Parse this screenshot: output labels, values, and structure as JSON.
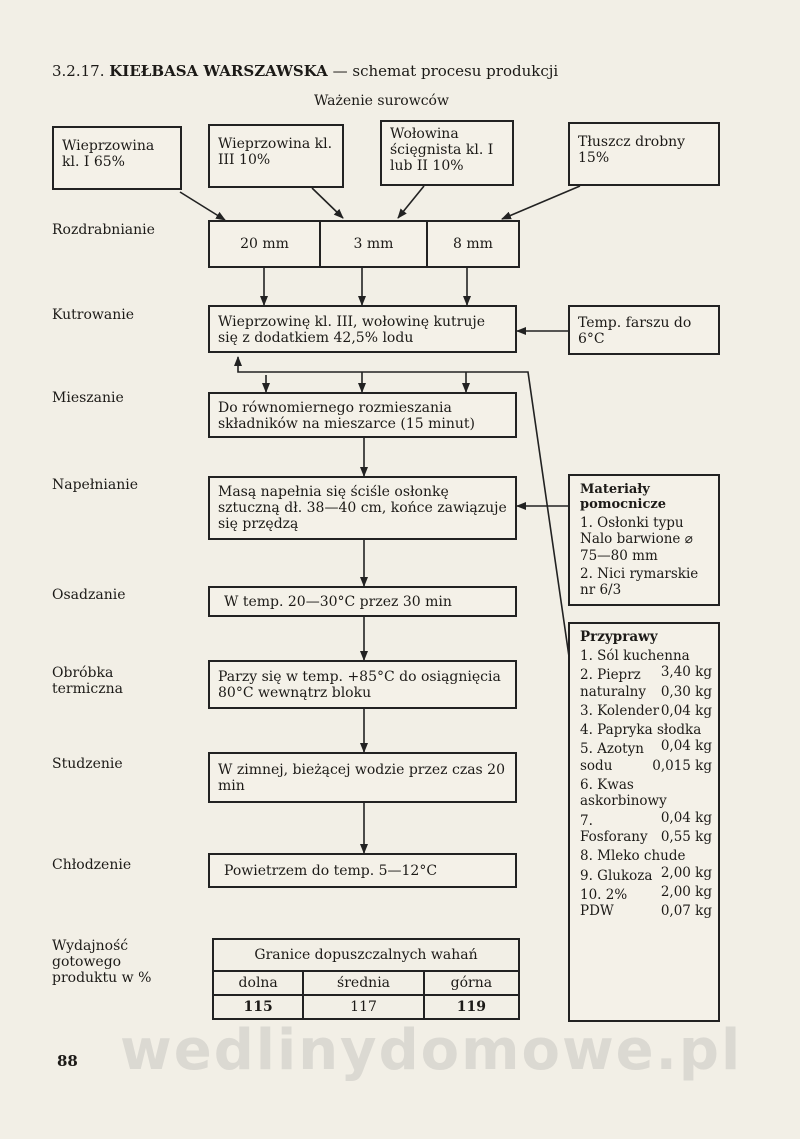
{
  "title": {
    "number": "3.2.17.",
    "name": "KIEŁBASA WARSZAWSKA",
    "rest": "— schemat procesu produkcji"
  },
  "subtitle": "Ważenie surowców",
  "raw_materials": [
    "Wieprzowina kl. I 65%",
    "Wieprzowina kl. III 10%",
    "Wołowina ścięgnista kl. I lub II 10%",
    "Tłuszcz drobny 15%"
  ],
  "stages": [
    "Rozdrabnianie",
    "Kutrowanie",
    "Mieszanie",
    "Napełnianie",
    "Osadzanie",
    "Obróbka termiczna",
    "Studzenie",
    "Chłodzenie",
    "Wydajność gotowego produktu w %"
  ],
  "grinding": [
    "20 mm",
    "3 mm",
    "8 mm"
  ],
  "steps": {
    "cutting": "Wieprzowinę kl. III, wołowinę kutruje się z dodatkiem 42,5% lodu",
    "cutting_temp": "Temp. farszu do 6°C",
    "mixing": "Do równomiernego rozmieszania składników na mieszarce (15 minut)",
    "filling": "Masą napełnia się ściśle osłonkę sztuczną dł. 38—40 cm, końce zawiązuje się przędzą",
    "settling": "W temp. 20—30°C przez 30 min",
    "thermal": "Parzy się w temp. +85°C do osiągnięcia 80°C wewnątrz bloku",
    "cooling": "W zimnej, bieżącej wodzie przez czas 20 min",
    "chilling": "Powietrzem do temp. 5—12°C"
  },
  "aux_materials": {
    "title": "Materiały pomocnicze",
    "items": [
      "1. Osłonki typu Nalo barwione ⌀ 75—80 mm",
      "2. Nici rymarskie nr 6/3"
    ]
  },
  "spices": {
    "title": "Przyprawy",
    "items": [
      {
        "name": "1. Sól kuchenna",
        "qty": "3,40 kg"
      },
      {
        "name": "2. Pieprz naturalny",
        "qty": "0,30 kg"
      },
      {
        "name": "3. Kolender",
        "qty": "0,04 kg"
      },
      {
        "name": "4. Papryka słodka",
        "qty": "0,04 kg"
      },
      {
        "name": "5. Azotyn sodu",
        "qty": "0,015 kg"
      },
      {
        "name": "6. Kwas askorbinowy",
        "qty": "0,04 kg"
      },
      {
        "name": "7. Fosforany",
        "qty": "0,55 kg"
      },
      {
        "name": "8. Mleko chude",
        "qty": "2,00 kg"
      },
      {
        "name": "9. Glukoza",
        "qty": "2,00 kg"
      },
      {
        "name": "10. 2% PDW",
        "qty": "0,07 kg"
      }
    ]
  },
  "yield_table": {
    "header": "Granice dopuszczalnych wahań",
    "columns": [
      "dolna",
      "średnia",
      "górna"
    ],
    "values": [
      "115",
      "117",
      "119"
    ]
  },
  "page_number": "88",
  "watermark": "wedlinydomowe.pl"
}
